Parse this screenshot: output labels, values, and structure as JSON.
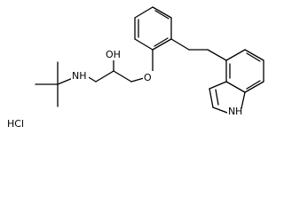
{
  "labels": {
    "nh_amine": "NH",
    "oh": "OH",
    "ether_o": "O",
    "indole_nh": "N",
    "indole_h": "H",
    "salt": "HCl"
  },
  "colors": {
    "bond": "#000000",
    "background": "#ffffff"
  }
}
